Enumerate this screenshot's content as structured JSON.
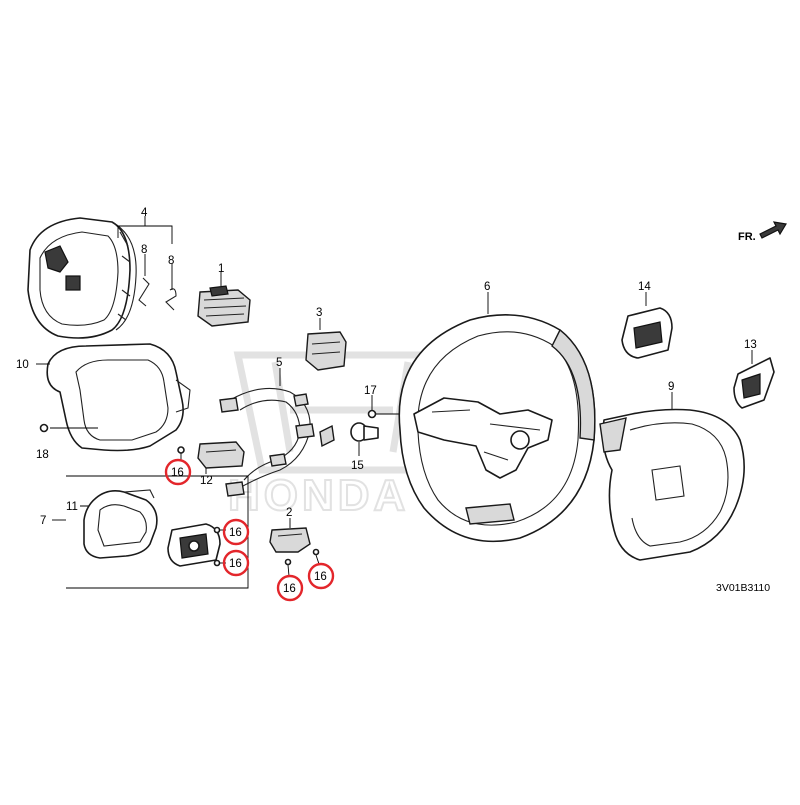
{
  "diagram": {
    "part_numbers": {
      "p1": "1",
      "p2": "2",
      "p3": "3",
      "p4": "4",
      "p5": "5",
      "p6": "6",
      "p7": "7",
      "p8a": "8",
      "p8b": "8",
      "p9": "9",
      "p10": "10",
      "p11": "11",
      "p12": "12",
      "p13": "13",
      "p14": "14",
      "p15": "15",
      "p16a": "16",
      "p16b": "16",
      "p16c": "16",
      "p16d": "16",
      "p16e": "16",
      "p17": "17",
      "p18": "18"
    },
    "direction_label": "FR.",
    "diagram_code": "3V01B3110",
    "highlight_color": "#e3262b",
    "watermark_brand": "HONDA"
  }
}
